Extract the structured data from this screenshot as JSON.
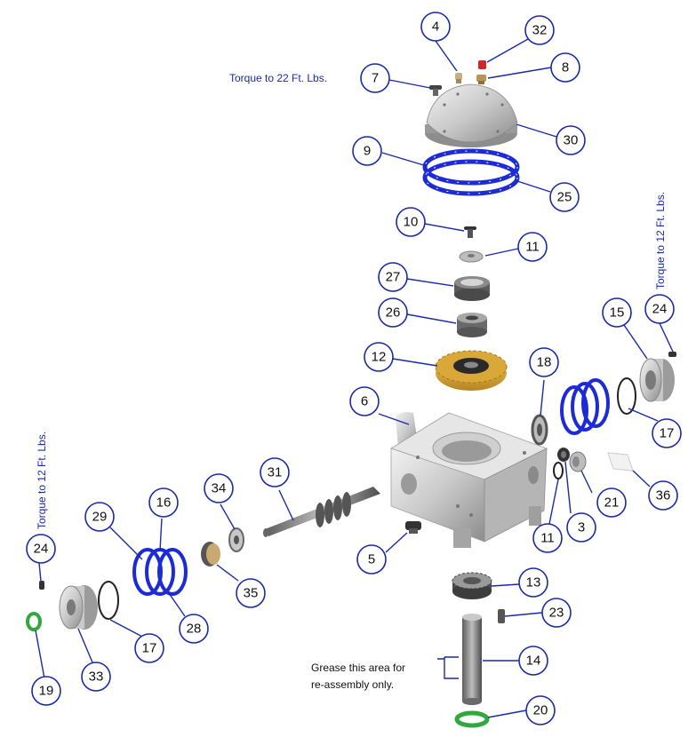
{
  "notes": {
    "torque_top": "Torque to 22 Ft. Lbs.",
    "torque_right": "Torque to 12 Ft. Lbs.",
    "torque_left": "Torque to 12 Ft. Lbs.",
    "grease_line1": "Grease this area for",
    "grease_line2": "re-assembly only."
  },
  "callouts": [
    "4",
    "32",
    "7",
    "8",
    "30",
    "9",
    "25",
    "10",
    "11",
    "27",
    "26",
    "12",
    "18",
    "15",
    "24",
    "17",
    "6",
    "36",
    "21",
    "3",
    "11",
    "5",
    "31",
    "34",
    "29",
    "16",
    "24",
    "17",
    "28",
    "35",
    "33",
    "19",
    "13",
    "23",
    "14",
    "20"
  ],
  "colors": {
    "callout_stroke": "#1a2aa8",
    "gasket": "#1d2bd6",
    "brass": "#d9a838",
    "green_ring": "#2eaa3c"
  }
}
